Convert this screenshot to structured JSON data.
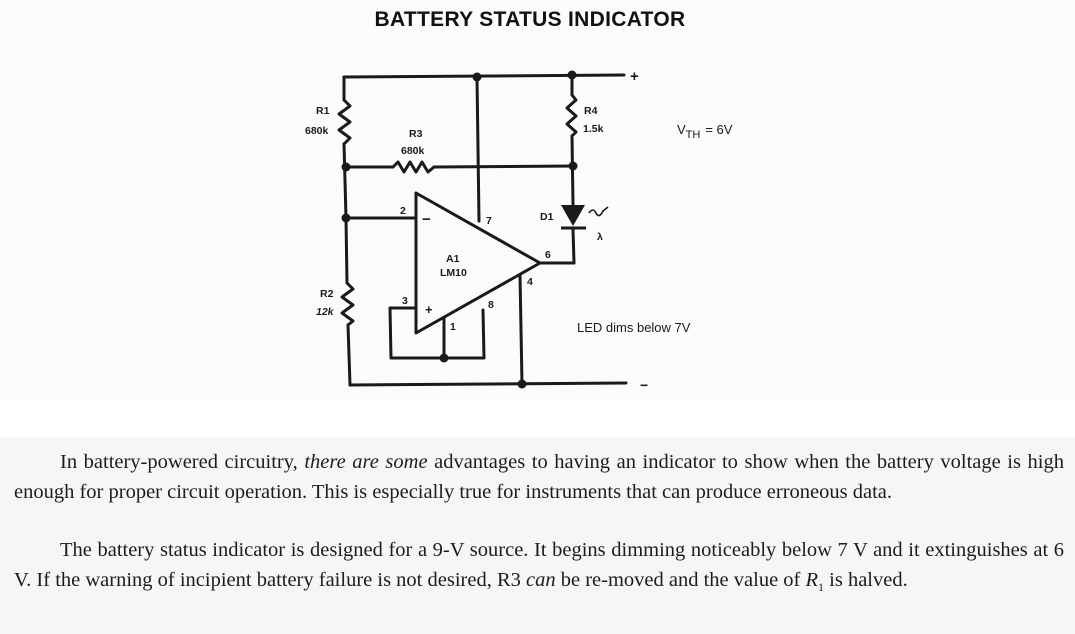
{
  "diagram": {
    "title": "BATTERY STATUS INDICATOR",
    "components": {
      "r1": {
        "ref": "R1",
        "value": "680k"
      },
      "r2": {
        "ref": "R2",
        "value": "12k"
      },
      "r3": {
        "ref": "R3",
        "value": "680k"
      },
      "r4": {
        "ref": "R4",
        "value": "1.5k"
      },
      "d1": {
        "ref": "D1",
        "light_symbol": "λ"
      },
      "a1": {
        "ref": "A1",
        "part": "LM10"
      }
    },
    "pins": {
      "p2": "2",
      "p3": "3",
      "p7": "7",
      "p6": "6",
      "p4": "4",
      "p8": "8",
      "p1": "1"
    },
    "opamp_signs": {
      "inverting": "−",
      "noninverting": "+"
    },
    "terminals": {
      "positive": "+",
      "negative": "−"
    },
    "annotations": {
      "vth_prefix": "V",
      "vth_sub": "TH",
      "vth_value": "= 6V",
      "led_note": "LED dims below 7V"
    }
  },
  "text": {
    "paragraph1": {
      "a": "In battery-powered circuitry, ",
      "b": "there are some",
      "c": " advantages to having an indicator to show when the battery voltage is high enough for proper circuit operation. This is especially true for instruments that can produce erroneous data."
    },
    "paragraph2": {
      "a": "The battery status indicator is designed for a 9-V source. It begins dimming noticeably below 7 V and it extinguishes at 6 V. If the warning of incipient battery failure is not desired, R3 ",
      "b": "can",
      "c": " be re-moved and the value of ",
      "r": "R",
      "sub": "1",
      "d": " is halved."
    }
  }
}
